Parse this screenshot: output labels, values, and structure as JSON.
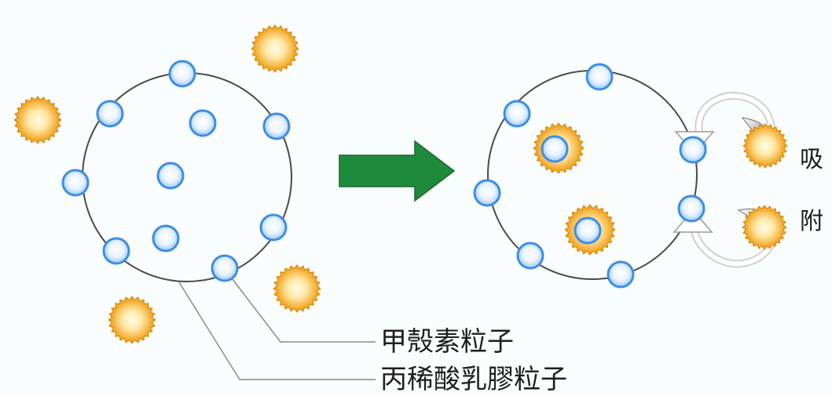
{
  "labels": {
    "chitosan": "甲殼素粒子",
    "latex": "丙稀酸乳膠粒子",
    "adsorb_char1": "吸",
    "adsorb_char2": "附"
  },
  "colors": {
    "background": "#fafdfd",
    "circle_outline": "#4a4a4a",
    "blue_particle_fill": "#e8f3ff",
    "blue_particle_edge": "#3c8ee6",
    "orange_particle_core": "#fff6d8",
    "orange_particle_edge": "#e8940c",
    "arrow_green": "#1f8a3c",
    "leader_line": "#8a8a8a"
  },
  "icons": {
    "transition_arrow": "right-arrow-icon",
    "blue_particle": "chitosan-particle-icon",
    "orange_particle": "acrylic-latex-particle-icon",
    "adsorption_cycle": "circular-arrows-icon"
  }
}
